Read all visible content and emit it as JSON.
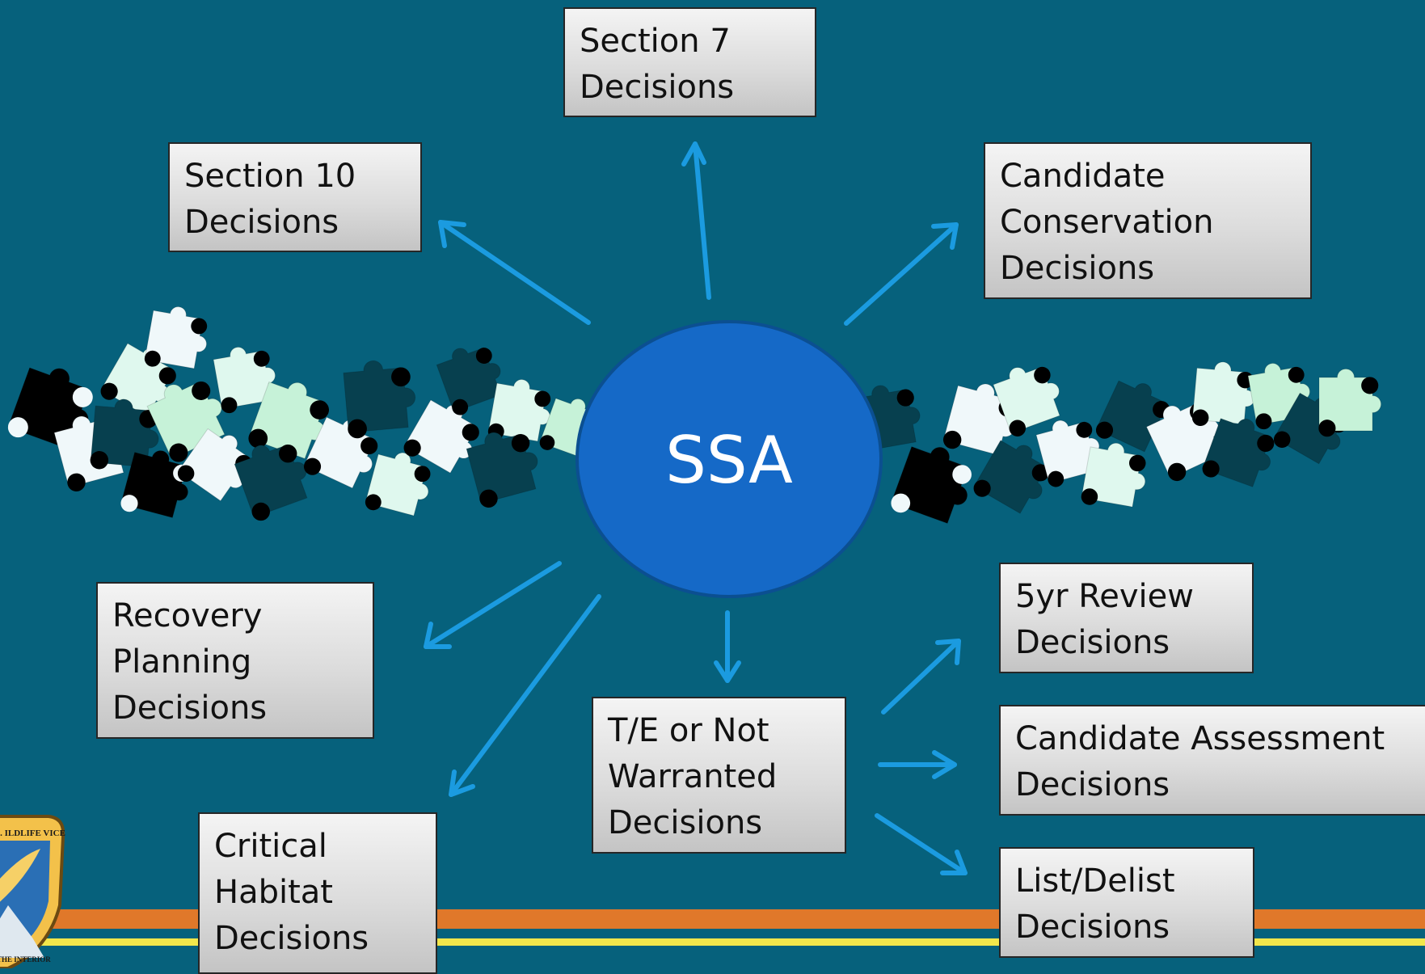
{
  "center": {
    "label": "SSA"
  },
  "boxes": {
    "section7": [
      "Section 7",
      "Decisions"
    ],
    "section10": [
      "Section 10",
      "Decisions"
    ],
    "candidate_conservation": [
      "Candidate",
      "Conservation",
      "Decisions"
    ],
    "recovery_planning": [
      "Recovery",
      "Planning",
      "Decisions"
    ],
    "critical_habitat": [
      "Critical",
      "Habitat",
      "Decisions"
    ],
    "te_not_warranted": [
      "T/E or Not",
      "Warranted",
      "Decisions"
    ],
    "five_yr_review": [
      "5yr Review",
      "Decisions"
    ],
    "candidate_assessment": [
      "Candidate Assessment",
      "Decisions"
    ],
    "list_delist": [
      "List/Delist",
      "Decisions"
    ]
  },
  "logo": {
    "text_top": "S. ILDLIFE VICE",
    "text_bottom": "THE INTERIOR"
  },
  "colors": {
    "background": "#06617c",
    "arrow": "#1b9be0",
    "ssa_fill": "#1569c7",
    "orange_stripe": "#e0782a",
    "yellow_stripe": "#f2e64b",
    "piece_black": "#000000",
    "piece_dark_teal": "#07404f",
    "piece_white": "#f0f8fa",
    "piece_mint": "#c6f2d8",
    "piece_light_mint": "#dff8ee"
  }
}
